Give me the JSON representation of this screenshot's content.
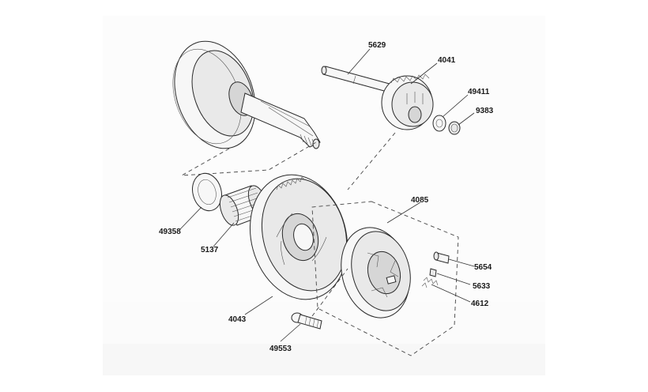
{
  "diagram": {
    "labels": {
      "p5629": "5629",
      "p4041": "4041",
      "p49411": "49411",
      "p9383": "9383",
      "p4085": "4085",
      "p49358": "49358",
      "p5137": "5137",
      "p4043": "4043",
      "p5654": "5654",
      "p5633": "5633",
      "p4612": "4612",
      "p49553": "49553"
    }
  }
}
